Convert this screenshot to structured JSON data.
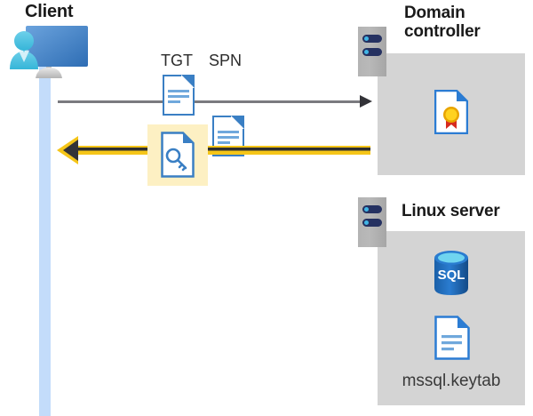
{
  "diagram": {
    "title_client": "Client",
    "title_domain_controller": "Domain\ncontroller",
    "title_linux_server": "Linux server"
  },
  "messages": {
    "tgt_label": "TGT",
    "spn_label": "SPN",
    "keytab_label": "mssql.keytab"
  },
  "icons": {
    "client": "client-workstation-icon",
    "server_dc": "server-rack-icon",
    "server_linux": "server-rack-icon",
    "tgt_doc": "document-icon",
    "spn_doc": "document-icon",
    "key_doc": "key-document-icon",
    "certificate": "certificate-document-icon",
    "sql": "sql-database-icon",
    "keytab_doc": "document-icon",
    "arrow_request": "arrow-right-icon",
    "arrow_response": "arrow-left-icon"
  },
  "colors": {
    "panel_gray": "#d4d4d4",
    "lifeline_blue": "#c3dcfa",
    "highlight_yellow": "#fdf0c3",
    "arrow_gold": "#f5c518",
    "arrow_dark": "#333338",
    "doc_blue": "#3a7fc4",
    "sql_blue": "#1f6fc4",
    "cert_gold": "#f5cc14",
    "cert_red": "#d62b1f",
    "title_text": "#1a1a1a"
  }
}
